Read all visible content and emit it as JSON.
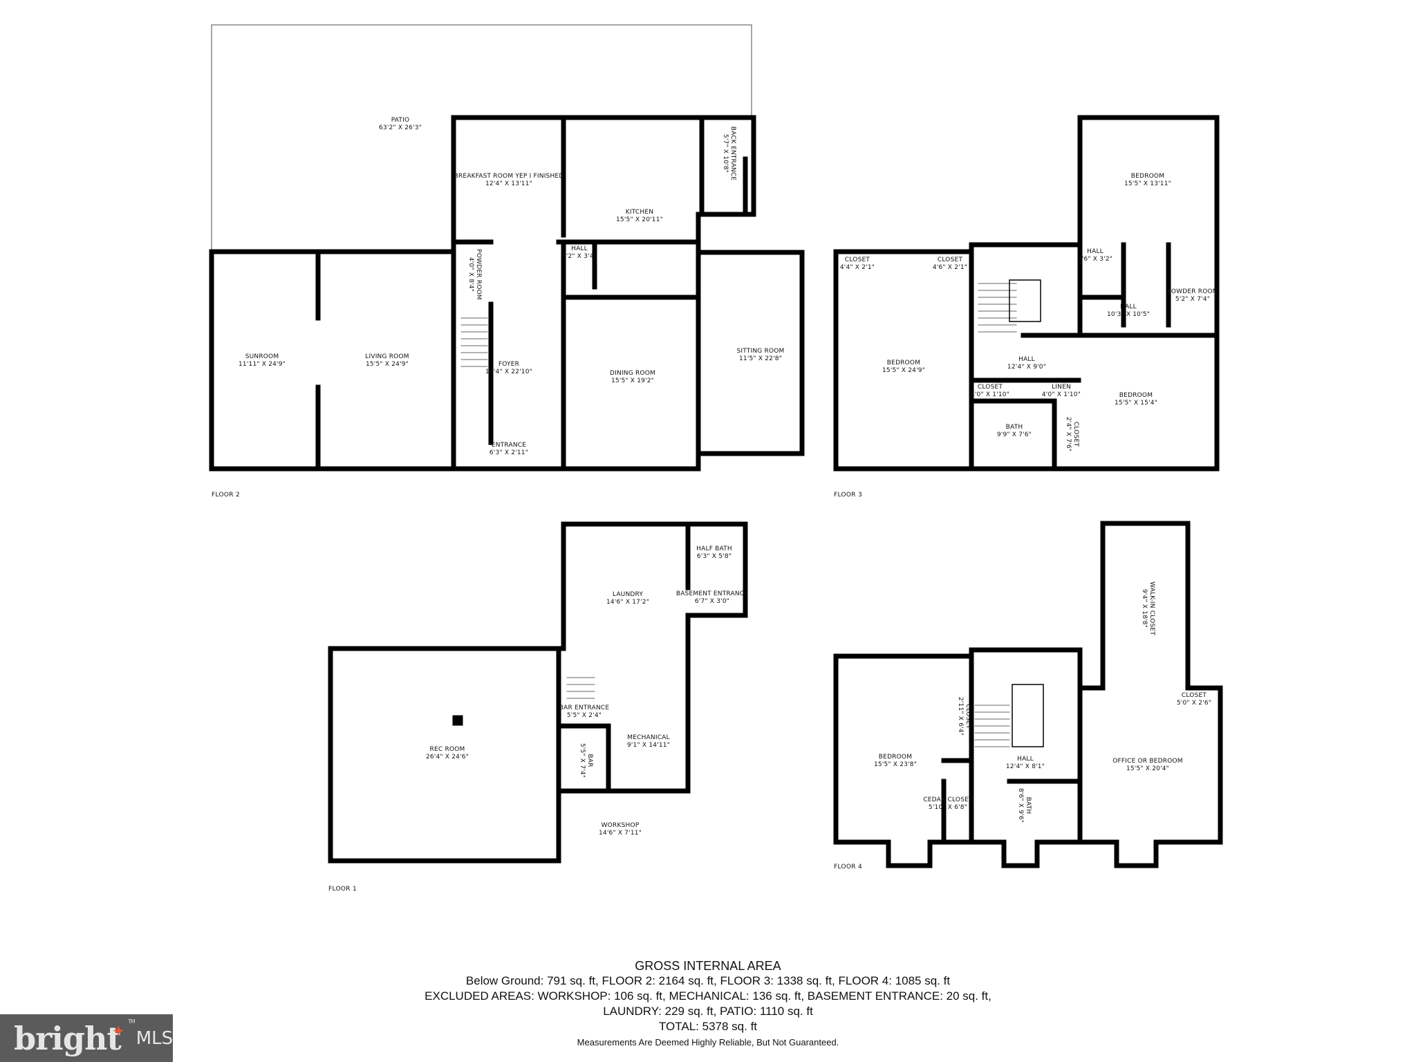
{
  "floors": [
    {
      "name": "FLOOR 2",
      "rooms": [
        {
          "name": "PATIO",
          "dims": "63'2\" X 26'3\""
        },
        {
          "name": "BREAKFAST ROOM YEP I FINISHED",
          "dims": "12'4\" X 13'11\""
        },
        {
          "name": "KITCHEN",
          "dims": "15'5\" X 20'11\""
        },
        {
          "name": "BACK ENTRANCE",
          "dims": "5'7\" X 10'8\""
        },
        {
          "name": "HALL",
          "dims": "3'2\" X 3'4\""
        },
        {
          "name": "POWDER ROOM",
          "dims": "4'0\" X 8'4\""
        },
        {
          "name": "SUNROOM",
          "dims": "11'11\" X 24'9\""
        },
        {
          "name": "LIVING ROOM",
          "dims": "15'5\" X 24'9\""
        },
        {
          "name": "FOYER",
          "dims": "12'4\" X 22'10\""
        },
        {
          "name": "DINING ROOM",
          "dims": "15'5\" X 19'2\""
        },
        {
          "name": "SITTING ROOM",
          "dims": "11'5\" X 22'8\""
        },
        {
          "name": "ENTRANCE",
          "dims": "6'3\" X 2'11\""
        }
      ]
    },
    {
      "name": "FLOOR 3",
      "rooms": [
        {
          "name": "BEDROOM",
          "dims": "15'5\" X 13'11\""
        },
        {
          "name": "CLOSET",
          "dims": "4'4\" X 2'1\""
        },
        {
          "name": "CLOSET",
          "dims": "4'6\" X 2'1\""
        },
        {
          "name": "HALL",
          "dims": "3'6\" X 3'2\""
        },
        {
          "name": "HALL",
          "dims": "10'3\" X 10'5\""
        },
        {
          "name": "POWDER ROOM",
          "dims": "5'2\" X 7'4\""
        },
        {
          "name": "BEDROOM",
          "dims": "15'5\" X 24'9\""
        },
        {
          "name": "HALL",
          "dims": "12'4\" X 9'0\""
        },
        {
          "name": "CLOSET",
          "dims": "4'0\" X 1'10\""
        },
        {
          "name": "LINEN",
          "dims": "4'0\" X 1'10\""
        },
        {
          "name": "BATH",
          "dims": "9'9\" X 7'6\""
        },
        {
          "name": "CLOSET",
          "dims": "2'4\" X 7'6\""
        },
        {
          "name": "BEDROOM",
          "dims": "15'5\" X 15'4\""
        }
      ]
    },
    {
      "name": "FLOOR 1",
      "rooms": [
        {
          "name": "LAUNDRY",
          "dims": "14'6\" X 17'2\""
        },
        {
          "name": "HALF BATH",
          "dims": "6'3\" X 5'8\""
        },
        {
          "name": "BASEMENT ENTRANCE",
          "dims": "6'7\" X 3'0\""
        },
        {
          "name": "REC ROOM",
          "dims": "26'4\" X 24'6\""
        },
        {
          "name": "BAR ENTRANCE",
          "dims": "5'5\" X 2'4\""
        },
        {
          "name": "BAR",
          "dims": "5'5\" X 7'4\""
        },
        {
          "name": "MECHANICAL",
          "dims": "9'1\" X 14'11\""
        },
        {
          "name": "WORKSHOP",
          "dims": "14'6\" X 7'11\""
        }
      ]
    },
    {
      "name": "FLOOR 4",
      "rooms": [
        {
          "name": "WALK-IN CLOSET",
          "dims": "9'4\" X 18'8\""
        },
        {
          "name": "CLOSET",
          "dims": "2'11\" X 6'4\""
        },
        {
          "name": "CLOSET",
          "dims": "5'0\" X 2'6\""
        },
        {
          "name": "BEDROOM",
          "dims": "15'5\" X 23'8\""
        },
        {
          "name": "HALL",
          "dims": "12'4\" X 8'1\""
        },
        {
          "name": "OFFICE OR BEDROOM",
          "dims": "15'5\" X 20'4\""
        },
        {
          "name": "CEDAR CLOSET",
          "dims": "5'10\" X 6'8\""
        },
        {
          "name": "BATH",
          "dims": "8'6\" X 9'6\""
        }
      ]
    }
  ],
  "summary": {
    "title": "GROSS INTERNAL AREA",
    "line1": "Below Ground: 791 sq. ft, FLOOR 2: 2164 sq. ft, FLOOR 3: 1338 sq. ft, FLOOR 4: 1085 sq. ft",
    "line2": "EXCLUDED AREAS: WORKSHOP: 106 sq. ft, MECHANICAL: 136 sq. ft, BASEMENT ENTRANCE: 20 sq. ft,",
    "line3": "LAUNDRY: 229 sq. ft, PATIO: 1110 sq. ft",
    "total": "TOTAL: 5378 sq. ft",
    "disclaimer": "Measurements Are Deemed Highly Reliable, But Not Guaranteed."
  },
  "logo": {
    "brand": "bright",
    "suffix": "MLS",
    "tm": "TM",
    "accent": "#e4572e",
    "bg": "#5b5b5b"
  }
}
